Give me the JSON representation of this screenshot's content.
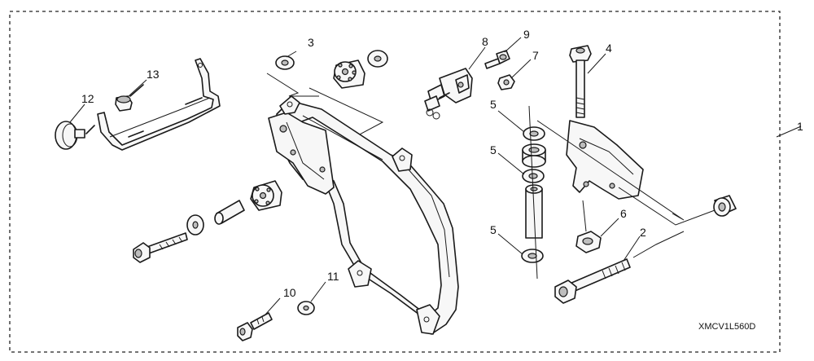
{
  "callouts": {
    "c1": "1",
    "c2": "2",
    "c3": "3",
    "c4": "4",
    "c5a": "5",
    "c5b": "5",
    "c5c": "5",
    "c6": "6",
    "c7": "7",
    "c8": "8",
    "c9": "9",
    "c10": "10",
    "c11": "11",
    "c12": "12",
    "c13": "13"
  },
  "diagram_code": "XMCV1L560D"
}
